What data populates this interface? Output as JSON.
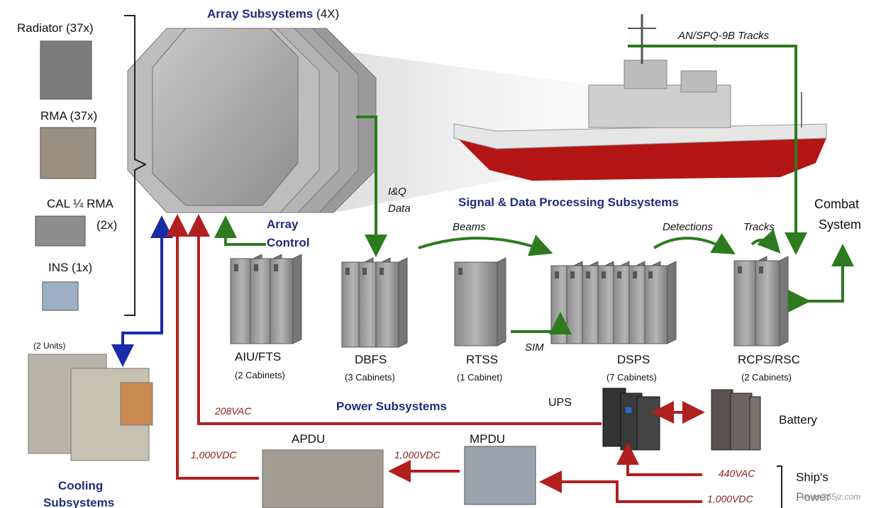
{
  "title": {
    "main": "Array Subsystems",
    "suffix": "(4X)"
  },
  "array_components": [
    {
      "label": "Radiator (37x)"
    },
    {
      "label": "RMA (37x)"
    },
    {
      "label": "CAL ¼ RMA",
      "count": "(2x)"
    },
    {
      "label": "INS (1x)"
    }
  ],
  "array_control": {
    "line1": "Array",
    "line2": "Control"
  },
  "signal_processing_title": "Signal & Data Processing Subsystems",
  "power_title": "Power Subsystems",
  "cooling": {
    "units": "(2 Units)",
    "line1": "Cooling",
    "line2": "Subsystems"
  },
  "combat_system": {
    "line1": "Combat",
    "line2": "System"
  },
  "cabinets": [
    {
      "name": "AIU/FTS",
      "count": "(2 Cabinets)"
    },
    {
      "name": "DBFS",
      "count": "(3 Cabinets)"
    },
    {
      "name": "RTSS",
      "count": "(1 Cabinet)"
    },
    {
      "name": "DSPS",
      "count": "(7 Cabinets)"
    },
    {
      "name": "RCPS/RSC",
      "count": "(2 Cabinets)"
    }
  ],
  "flow_labels": {
    "iq_1": "I&Q",
    "iq_2": "Data",
    "beams": "Beams",
    "detections": "Detections",
    "tracks": "Tracks",
    "sim": "SIM",
    "spq_tracks": "AN/SPQ-9B Tracks"
  },
  "power": {
    "ups": "UPS",
    "battery": "Battery",
    "apdu": "APDU",
    "mpdu": "MPDU",
    "v208": "208VAC",
    "v1000_a": "1,000VDC",
    "v1000_b": "1,000VDC",
    "v440": "440VAC",
    "v1000_c": "1,000VDC",
    "ships": "Ship's",
    "ships_2": "Power"
  },
  "watermark": "www.365jz.com",
  "colors": {
    "green": "#2d7a1f",
    "red": "#b11f1f",
    "blue": "#1b2aa8",
    "title_blue": "#1f2d7a"
  }
}
